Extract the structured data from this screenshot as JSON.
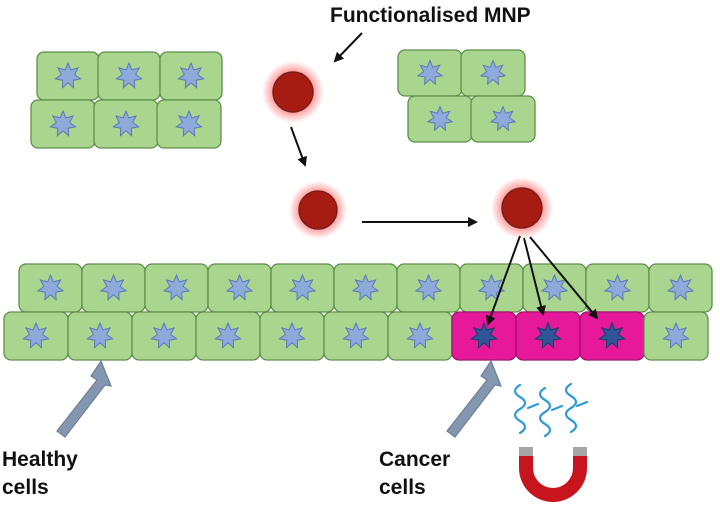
{
  "labels": {
    "mnp": "Functionalised MNP",
    "healthy_line1": "Healthy",
    "healthy_line2": "cells",
    "cancer_line1": "Cancer",
    "cancer_line2": "cells"
  },
  "colors": {
    "healthy_cell": "#a9d58f",
    "healthy_cell_border": "#5e8f49",
    "healthy_nucleus": "#8eaadb",
    "cancer_cell": "#e6199b",
    "cancer_nucleus": "#2f5597",
    "nanoparticle": "#a61c12",
    "nanoparticle_glow": "#ff6b6b",
    "magnet": "#c8141c",
    "magnet_tips": "#a6a6a6",
    "field_lines": "#2e9bd6",
    "pointer_arrow": "#8497b0"
  },
  "icons": {
    "nucleus": "star-icon",
    "magnet": "magnet-icon",
    "field": "magnetic-field-icon"
  }
}
